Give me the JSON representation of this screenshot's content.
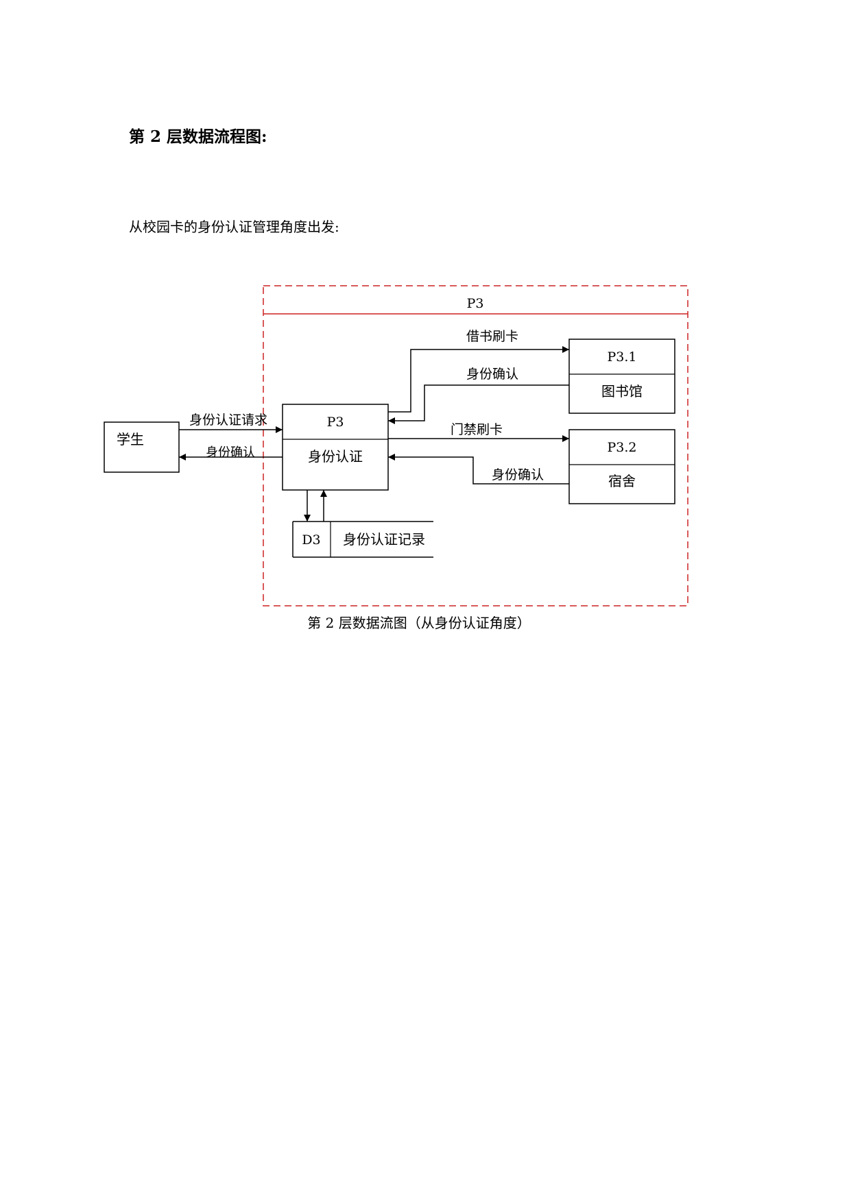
{
  "heading": "第 2 层数据流程图:",
  "intro": "从校园卡的身份认证管理角度出发:",
  "diagram": {
    "frame_title": "P3",
    "entity_student": "学生",
    "process_main": {
      "id": "P3",
      "name": "身份认证"
    },
    "process_library": {
      "id": "P3.1",
      "name": "图书馆"
    },
    "process_dorm": {
      "id": "P3.2",
      "name": "宿舍"
    },
    "datastore": {
      "id": "D3",
      "name": "身份认证记录"
    },
    "flows": {
      "auth_request": "身份认证请求",
      "auth_confirm_student": "身份确认",
      "borrow_swipe": "借书刷卡",
      "auth_confirm_library": "身份确认",
      "door_swipe": "门禁刷卡",
      "auth_confirm_dorm": "身份确认"
    },
    "caption": "第 2 层数据流图（从身份认证角度）",
    "frame_color": "#cc2222"
  }
}
